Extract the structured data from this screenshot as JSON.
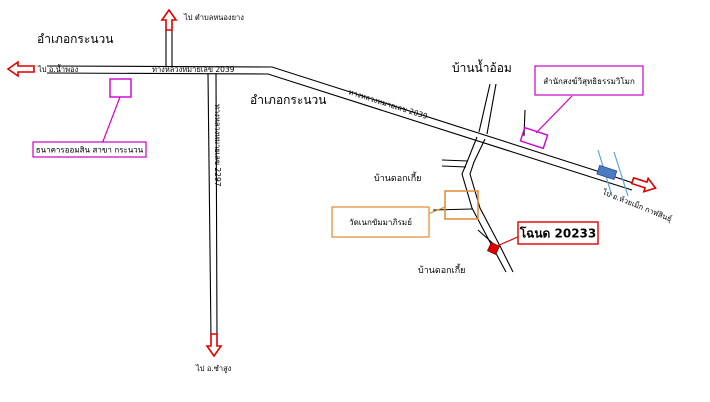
{
  "places": {
    "district_nw": "อำเภอกระนวน",
    "district_center": "อำเภอกระนวน",
    "village_nam_om": "บ้านน้ำอ้อม",
    "village_khok_kia_1": "บ้านดอกเกี้ย",
    "village_khok_kia_2": "บ้านดอกเกี้ย"
  },
  "directions": {
    "north": "ไป ตำบลหนองยาง",
    "west": "ไป อ.น้ำพอง",
    "south": "ไป อ.ซำสูง",
    "east": "ไป อ.ห้วยเม็ก กาฬสินธุ์"
  },
  "roads": {
    "main_west": "ทางหลวงหมายเลข 2039",
    "main_east": "ทางหลวงหมายเลข 2039",
    "vertical": "ทางหลวงหมายเลข 2297"
  },
  "landmarks": {
    "bank": "ธนาคารออมสิน สาขา กระนวน",
    "monastery": "สำนักสงฆ์วิสุทธิธรรมวิโมก",
    "temple": "วัดเนกขัมมาภิรมย์"
  },
  "plot": {
    "label": "โฉนด 20233"
  },
  "colors": {
    "road": "#000000",
    "arrow": "#e00000",
    "bank_box": "#cc00cc",
    "monastery_box": "#cc00cc",
    "temple_box": "#e08a2e",
    "plot_marker": "#e00000",
    "bridge": "#4a7bc4",
    "water": "#5aa6d6"
  },
  "icons": {
    "direction_arrows": "red-outline-arrow-icon",
    "bridge": "bridge-icon",
    "plot_marker": "plot-marker-icon"
  }
}
